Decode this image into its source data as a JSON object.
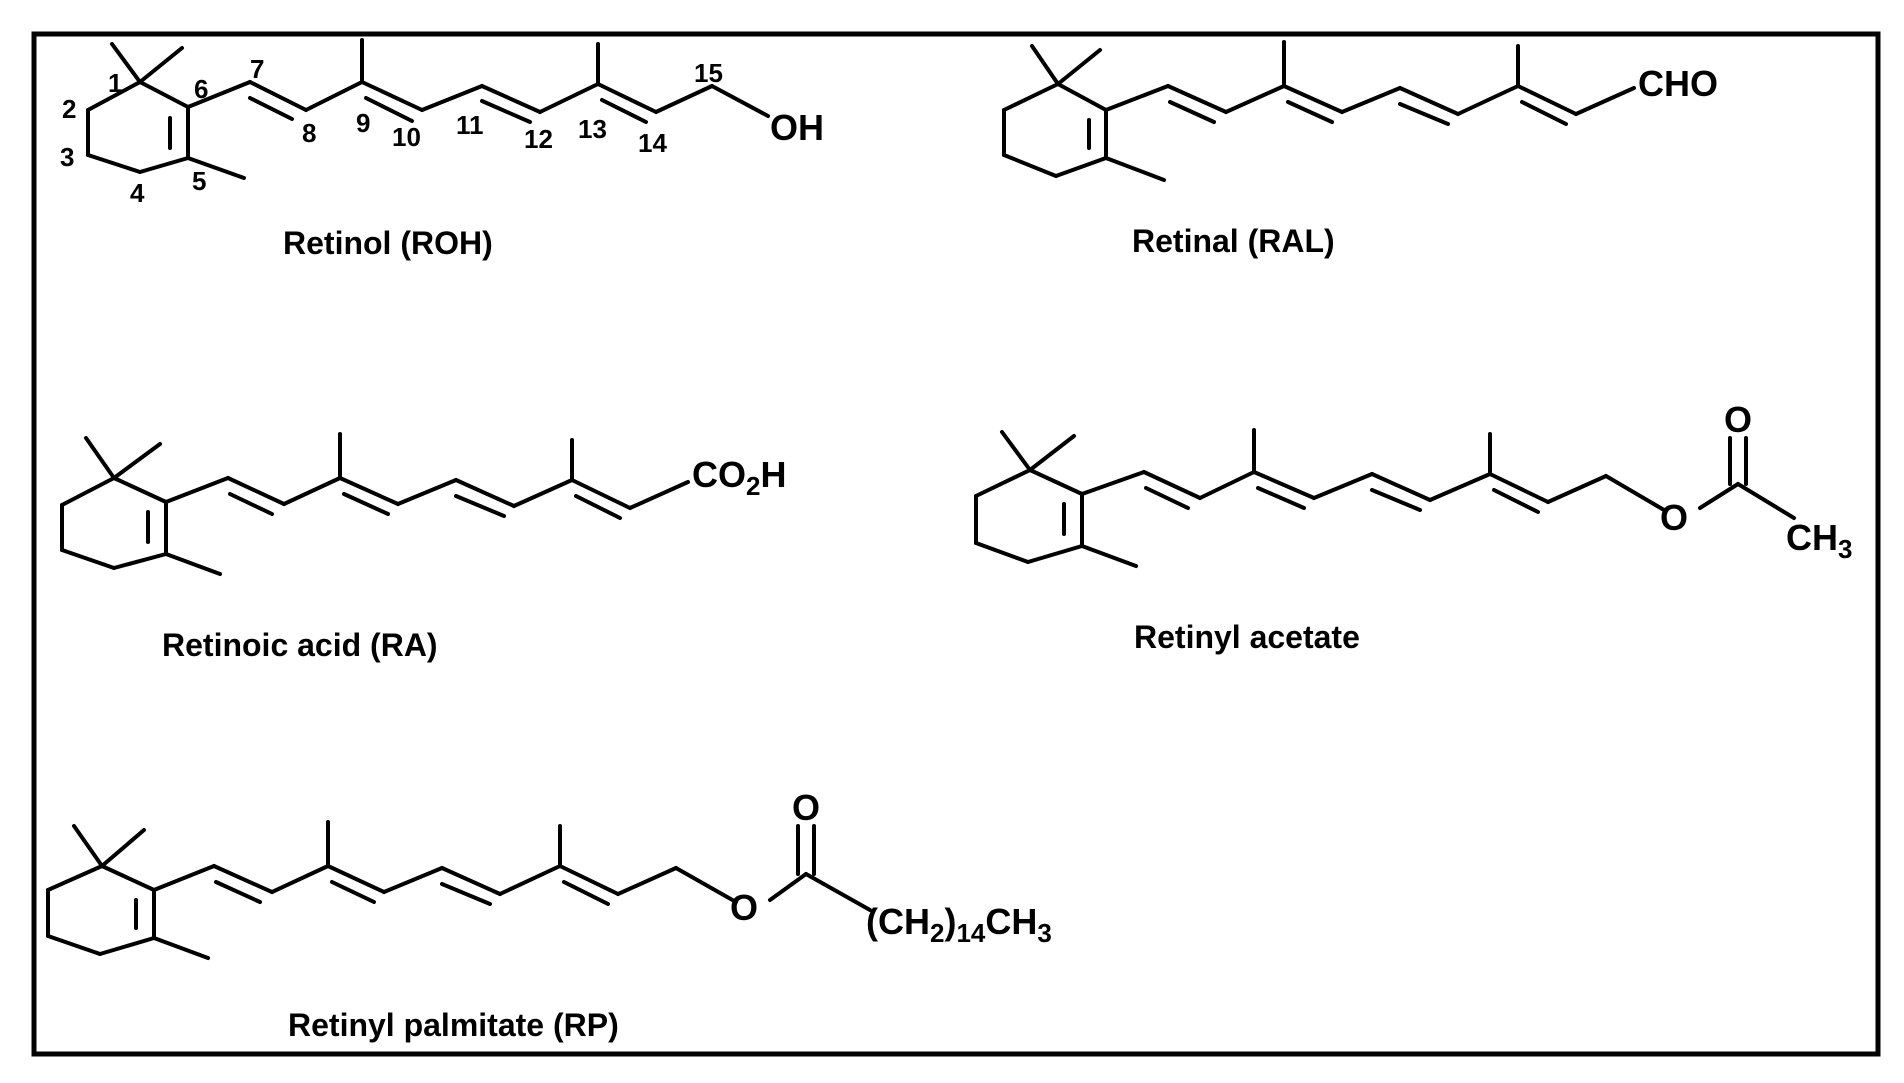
{
  "compounds": [
    {
      "name": "Retinol (ROH)",
      "end_group": "OH",
      "atom_numbers": [
        "1",
        "2",
        "3",
        "4",
        "5",
        "6",
        "7",
        "8",
        "9",
        "10",
        "11",
        "12",
        "13",
        "14",
        "15"
      ]
    },
    {
      "name": "Retinal (RAL)",
      "end_group": "CHO"
    },
    {
      "name": "Retinoic acid (RA)",
      "end_group": {
        "main": "CO",
        "sub": "2",
        "tail": "H"
      }
    },
    {
      "name": "Retinyl acetate",
      "carbonyl_oxygen": "O",
      "ester_oxygen": "O",
      "methyl": {
        "main": "CH",
        "sub": "3"
      }
    },
    {
      "name": "Retinyl palmitate (RP)",
      "carbonyl_oxygen": "O",
      "ester_oxygen": "O",
      "chain": {
        "p1": "(CH",
        "s1": "2",
        "p2": ")",
        "s2": "14",
        "p3": "CH",
        "s3": "3"
      }
    }
  ]
}
